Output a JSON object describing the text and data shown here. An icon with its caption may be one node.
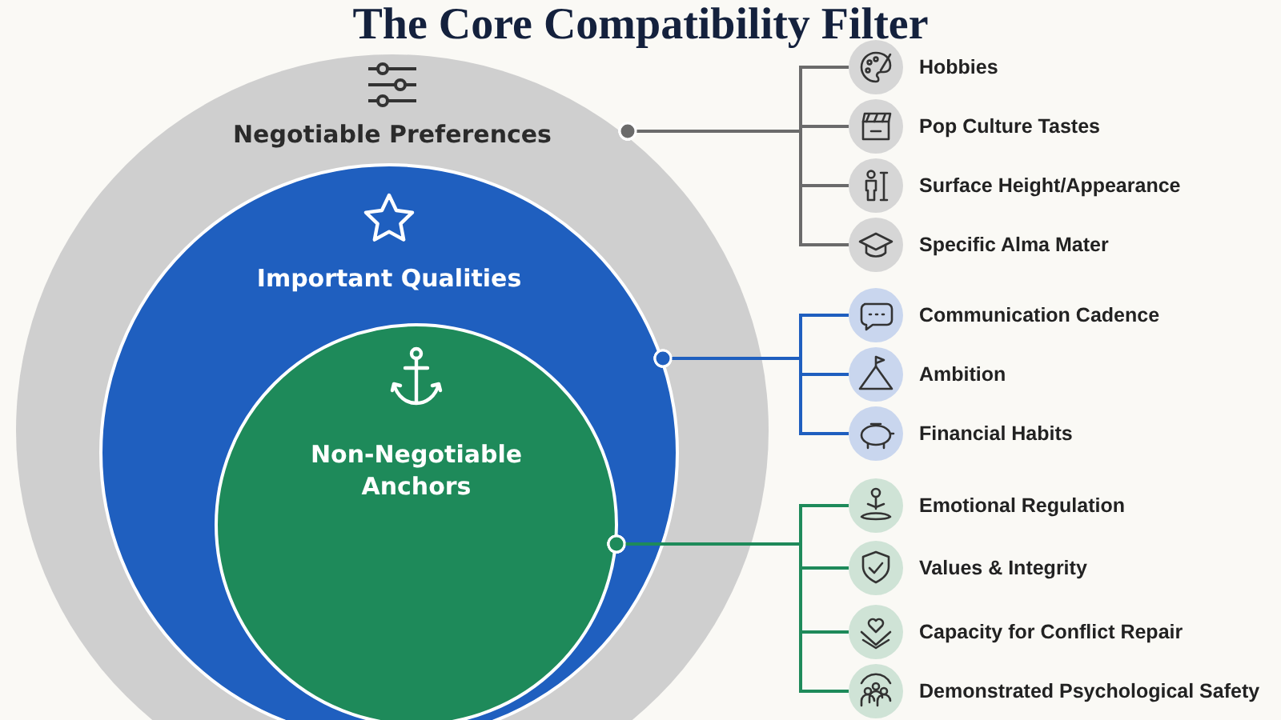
{
  "diagram": {
    "title": "The Core Compatibility Filter",
    "nodes": [
      {
        "text": [
          "Negotiable Preferences"
        ]
      },
      {
        "text": [
          "Important Qualities"
        ],
        "in": 0
      },
      {
        "text": [
          "Non-Negotiable Anchors"
        ],
        "in": 1
      },
      {
        "text": [
          "Hobbies"
        ]
      },
      {
        "text": [
          "Pop Culture Tastes"
        ]
      },
      {
        "text": [
          "Surface Height/Appearance"
        ]
      },
      {
        "text": [
          "Specific Alma Mater"
        ]
      },
      {
        "text": [
          "Communication Cadence"
        ]
      },
      {
        "text": [
          "Ambition"
        ]
      },
      {
        "text": [
          "Financial Habits"
        ]
      },
      {
        "text": [
          "Emotional Regulation"
        ]
      },
      {
        "text": [
          "Values & Integrity"
        ]
      },
      {
        "text": [
          "Capacity for Conflict Repair"
        ]
      },
      {
        "text": [
          "Demonstrated Psychological Safety"
        ]
      }
    ],
    "edges": [
      {
        "from": 0,
        "to": 3,
        "arrow": "other",
        "color": "#6b6b6b"
      },
      {
        "from": 0,
        "to": 4,
        "arrow": "other",
        "color": "#6b6b6b"
      },
      {
        "from": 0,
        "to": 5,
        "arrow": "other",
        "color": "#6b6b6b"
      },
      {
        "from": 0,
        "to": 6,
        "arrow": "other",
        "color": "#6b6b6b"
      },
      {
        "from": 1,
        "to": 7,
        "arrow": "other",
        "color": "#1f5fbf"
      },
      {
        "from": 1,
        "to": 8,
        "arrow": "other",
        "color": "#1f5fbf"
      },
      {
        "from": 1,
        "to": 9,
        "arrow": "other",
        "color": "#1f5fbf"
      },
      {
        "from": 2,
        "to": 10,
        "arrow": "other",
        "color": "#1e8a5a"
      },
      {
        "from": 2,
        "to": 11,
        "arrow": "other",
        "color": "#1e8a5a"
      },
      {
        "from": 2,
        "to": 12,
        "arrow": "other",
        "color": "#1e8a5a"
      },
      {
        "from": 2,
        "to": 13,
        "arrow": "other",
        "color": "#1e8a5a"
      }
    ]
  }
}
